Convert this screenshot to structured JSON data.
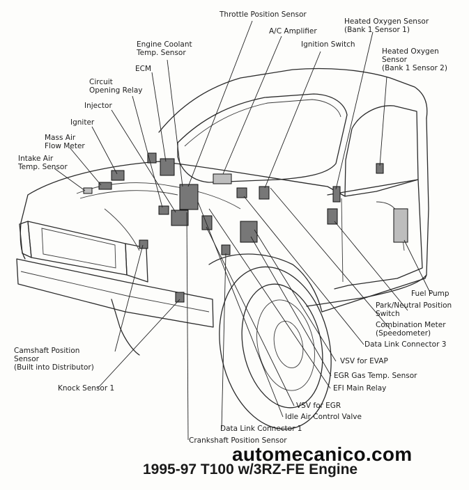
{
  "diagram": {
    "labels": {
      "throttle_position_sensor": "Throttle Position Sensor",
      "ac_amplifier": "A/C Amplifier",
      "ignition_switch": "Ignition Switch",
      "heated_oxygen_sensor_b1s1": "Heated Oxygen Sensor\n(Bank 1 Sensor 1)",
      "heated_oxygen_sensor_b1s2": "Heated Oxygen\nSensor\n(Bank 1 Sensor 2)",
      "engine_coolant_temp_sensor": "Engine Coolant\nTemp. Sensor",
      "ecm": "ECM",
      "circuit_opening_relay": "Circuit\nOpening Relay",
      "injector": "Injector",
      "igniter": "Igniter",
      "mass_air_flow_meter": "Mass Air\nFlow Meter",
      "intake_air_temp_sensor": "Intake Air\nTemp. Sensor",
      "fuel_pump": "Fuel Pump",
      "park_neutral_position_switch": "Park/Neutral Position\nSwitch",
      "combination_meter": "Combination Meter\n(Speedometer)",
      "data_link_connector_3": "Data Link Connector 3",
      "camshaft_position_sensor": "Camshaft Position\nSensor\n(Built into Distributor)",
      "vsv_for_evap": "VSV for EVAP",
      "egr_gas_temp_sensor": "EGR Gas Temp. Sensor",
      "efi_main_relay": "EFI Main Relay",
      "knock_sensor_1": "Knock Sensor 1",
      "vsv_for_egr": "VSV for EGR",
      "idle_air_control_valve": "Idle Air Control Valve",
      "data_link_connector_1": "Data Link Connector 1",
      "crankshaft_position_sensor": "Crankshaft Position Sensor"
    },
    "watermark": "automecanico.com",
    "caption": "1995-97 T100 w/3RZ-FE Engine"
  }
}
